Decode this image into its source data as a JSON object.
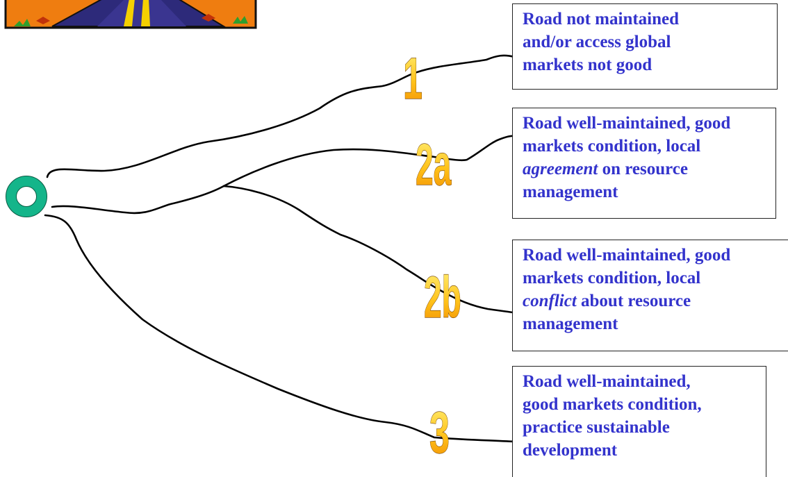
{
  "colors": {
    "box_text": "#3333cc",
    "box_border": "#222222",
    "start_ring": "#14b58a",
    "label_gradient_top": "#fff27a",
    "label_gradient_bottom": "#f08a00",
    "road_bg": "#ef7d10",
    "road_sky": "#2d2a7a",
    "road_line": "#f5d000"
  },
  "icons": {
    "start": "start-ring-icon",
    "road": "road-clipart-icon"
  },
  "labels": {
    "l1": "1",
    "l2a": "2a",
    "l2b": "2b",
    "l3": "3"
  },
  "boxes": {
    "b1": {
      "lines": [
        "Road not maintained",
        "and/or access global",
        "markets not good"
      ]
    },
    "b2a": {
      "lines": [
        "Road well-maintained, good",
        "markets condition, local"
      ],
      "italic_word": "agreement",
      "italic_rest": " on resource",
      "last_line": "management"
    },
    "b2b": {
      "lines": [
        "Road well-maintained, good",
        "markets condition, local"
      ],
      "italic_word": "conflict",
      "italic_rest": " about resource",
      "last_line": "management"
    },
    "b3": {
      "lines": [
        "Road well-maintained,",
        "good markets condition,",
        "practice sustainable",
        "development"
      ]
    }
  }
}
